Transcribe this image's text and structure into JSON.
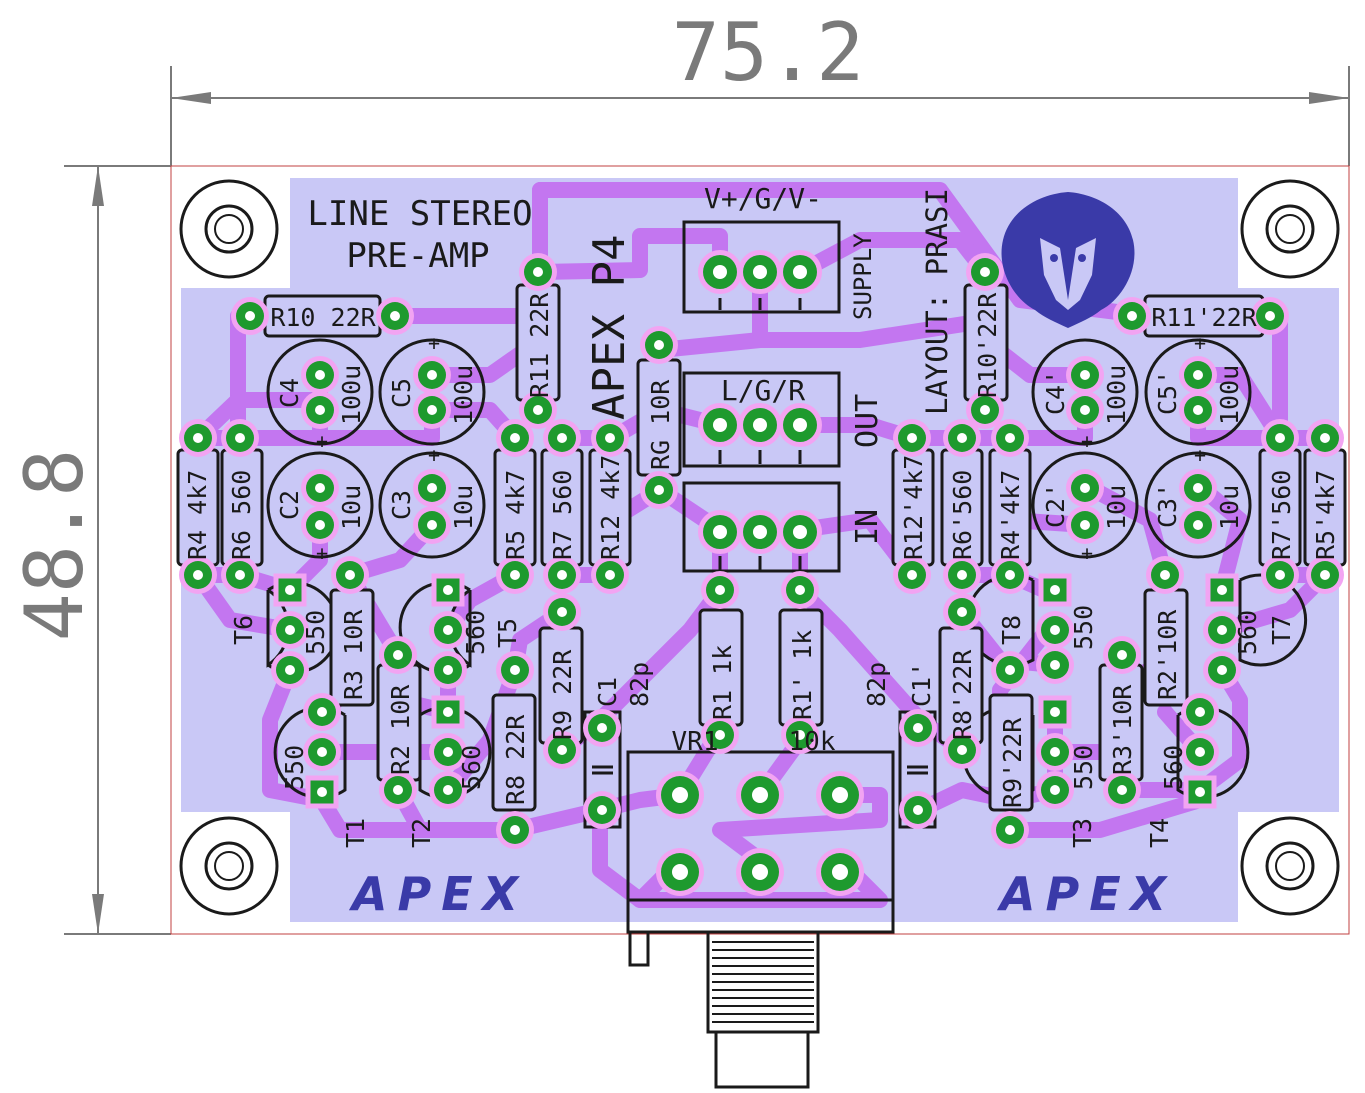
{
  "dimensions": {
    "width": "75.2",
    "height": "48.8"
  },
  "board": {
    "title_line1": "LINE STEREO",
    "title_line2": "PRE-AMP",
    "name": "APEX P4",
    "layout_credit": "LAYOUT: PRASI",
    "brand_left": "APEX",
    "brand_right": "APEX"
  },
  "connectors": {
    "supply_top": "V+/G/V-",
    "supply_side": "SUPPLY",
    "out_top": "L/G/R",
    "out_side": "OUT",
    "in_side": "IN",
    "vr_name": "VR1",
    "vr_value": "10k"
  },
  "components": {
    "r10": "R10 22R",
    "r11p": "R11'22R",
    "r11": "R11 22R",
    "r10p": "R10'22R",
    "rg": "RG 10R",
    "c4": "C4",
    "c4v": "100u",
    "c5": "C5",
    "c5v": "100u",
    "c4p": "C4'",
    "c4pv": "100u",
    "c5p": "C5'",
    "c5pv": "100u",
    "c2": "C2",
    "c2v": "10u",
    "c3": "C3",
    "c3v": "10u",
    "c2p": "C2'",
    "c2pv": "10u",
    "c3p": "C3'",
    "c3pv": "10u",
    "r4": "R4 4k7",
    "r6": "R6 560",
    "r5": "R5 4k7",
    "r7": "R7 560",
    "r12": "R12 4k7",
    "r12p": "R12'4k7",
    "r6p": "R6'560",
    "r4p": "R4'4k7",
    "r7p": "R7'560",
    "r5p": "R5'4k7",
    "t6": "T6",
    "t6v": "550",
    "t5": "T5",
    "t5v": "560",
    "t8": "T8",
    "t8v": "550",
    "t7": "T7",
    "t7v": "560",
    "r3": "R3 10R",
    "r2": "R2 10R",
    "r9": "R9 22R",
    "r8": "R8 22R",
    "r2p": "R2'10R",
    "r3p": "R3'10R",
    "r8p": "R8'22R",
    "r9p": "R9'22R",
    "c1": "C1",
    "c1v": "82p",
    "c1p": "C1'",
    "c1pv": "82p",
    "r1": "R1 1k",
    "r1p": "R1' 1k",
    "t1": "T1",
    "t1v": "550",
    "t2": "T2",
    "t2v": "560",
    "t3": "T3",
    "t3v": "550",
    "t4": "T4",
    "t4v": "560"
  },
  "colors": {
    "board": "#c9c8f6",
    "trace": "#c376f0",
    "pad": "#1e9a2e",
    "silkscreen": "#1a1a1a",
    "brand": "#3a3aa8",
    "dimension": "#7a7a7a"
  }
}
